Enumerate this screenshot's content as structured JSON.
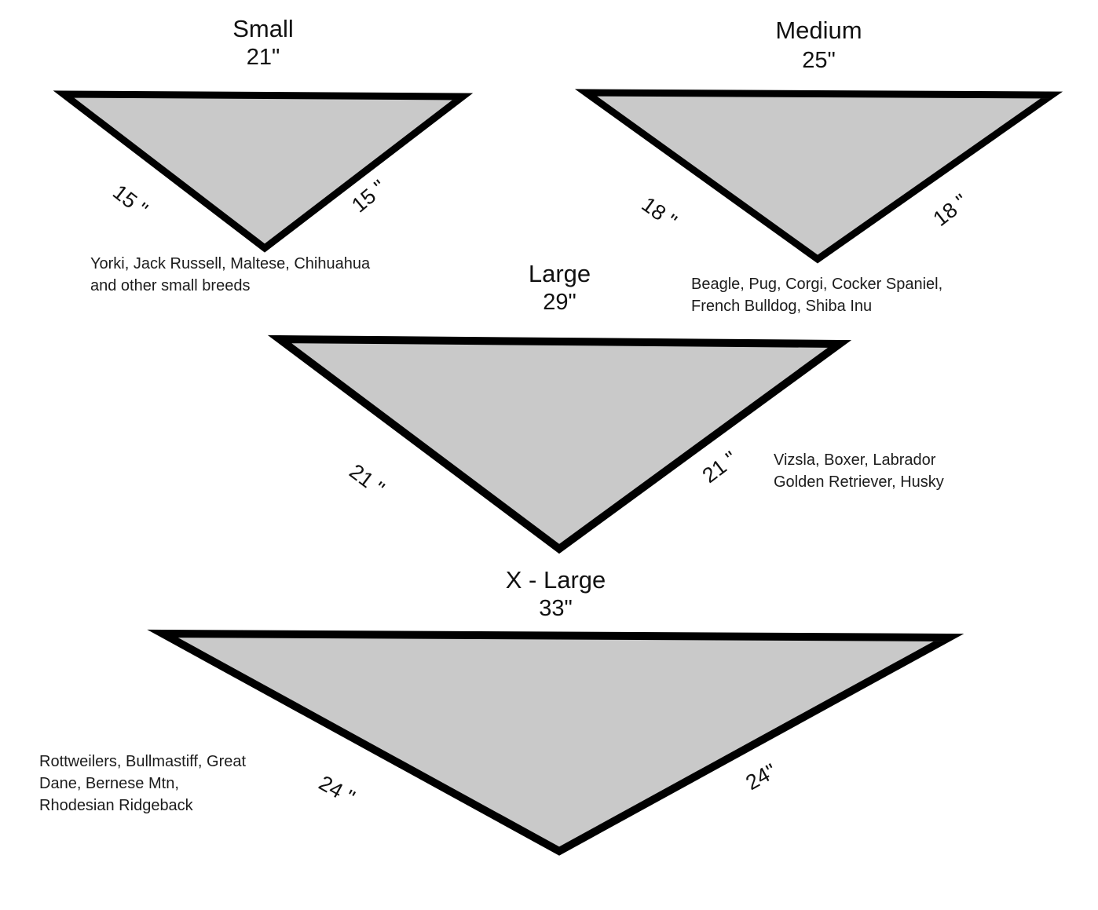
{
  "sizes": [
    {
      "name": "Small",
      "neck_size": "21\"",
      "left_side": "15 \"",
      "right_side": "15 \"",
      "breeds": "Yorki, Jack Russell, Maltese, Chihuahua\nand other small breeds"
    },
    {
      "name": "Medium",
      "neck_size": "25\"",
      "left_side": "18 \"",
      "right_side": "18 \"",
      "breeds": "Beagle, Pug, Corgi, Cocker Spaniel,\nFrench Bulldog, Shiba Inu"
    },
    {
      "name": "Large",
      "neck_size": "29\"",
      "left_side": "21 \"",
      "right_side": "21 \"",
      "breeds": "Vizsla, Boxer, Labrador\nGolden Retriever, Husky"
    },
    {
      "name": "X - Large",
      "neck_size": "33\"",
      "left_side": "24 \"",
      "right_side": "24\"",
      "breeds": "Rottweilers, Bullmastiff, Great\nDane, Bernese Mtn,\nRhodesian Ridgeback"
    }
  ],
  "colors": {
    "triangle_fill": "#c9c9c9",
    "triangle_stroke": "#000000"
  }
}
